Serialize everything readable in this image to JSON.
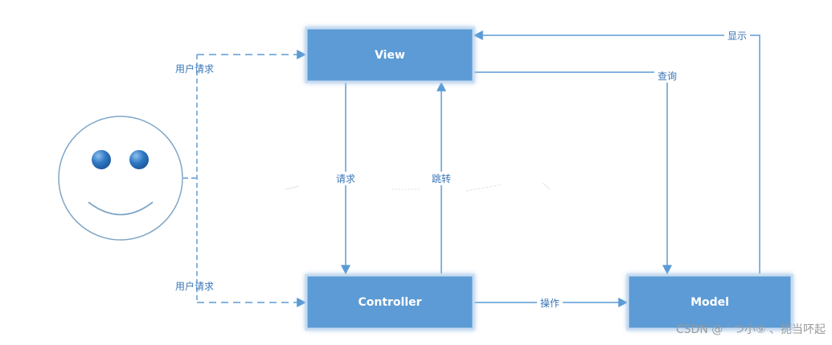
{
  "nodes": {
    "view": "View",
    "controller": "Controller",
    "model": "Model"
  },
  "edges": {
    "user_request_top": "用户请求",
    "user_request_bottom": "用户请求",
    "request": "请求",
    "redirect": "跳转",
    "query": "查询",
    "display": "显示",
    "operate": "操作"
  },
  "watermark": "CSDN @ ' つ小⑨ 、扼当吥起",
  "colors": {
    "box_fill": "#5b9bd5",
    "box_glow": "#c9dcf0",
    "line": "#5b9bd5",
    "label": "#3a76b8",
    "face_outline": "#7fa6c6",
    "eye": "#2f78c4"
  },
  "icons": {
    "user": "smiley-face-icon"
  }
}
